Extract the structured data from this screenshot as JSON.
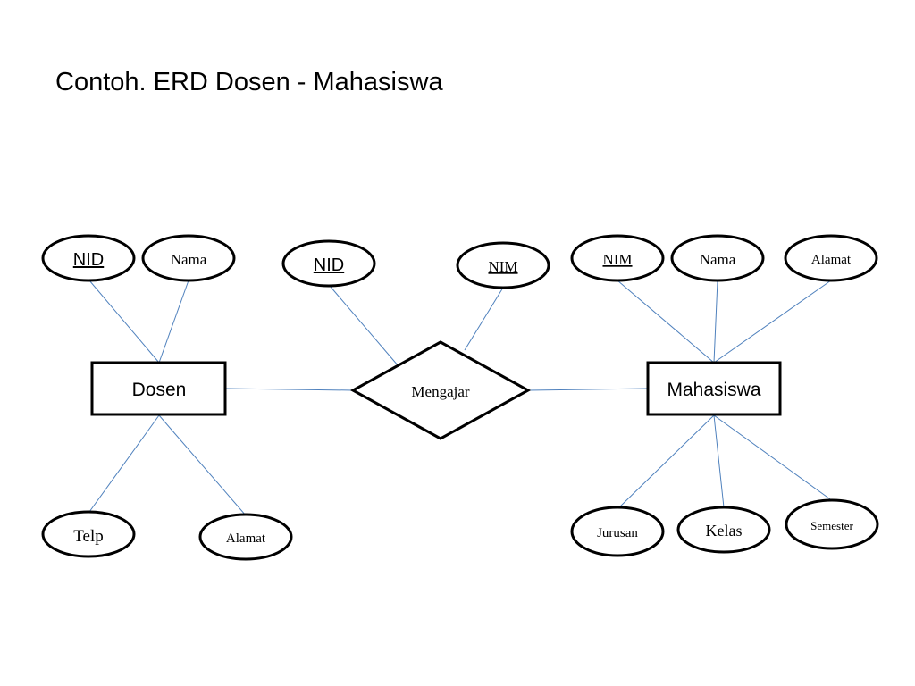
{
  "title": "Contoh. ERD Dosen - Mahasiswa",
  "colors": {
    "line": "#4f81bd",
    "stroke": "#000000",
    "background": "#ffffff"
  },
  "entities": {
    "dosen": {
      "label": "Dosen"
    },
    "mahasiswa": {
      "label": "Mahasiswa"
    }
  },
  "relationship": {
    "label": "Mengajar"
  },
  "attributes": {
    "dosen_nid": {
      "label": "NID",
      "key": true
    },
    "dosen_nama": {
      "label": "Nama",
      "key": false
    },
    "dosen_telp": {
      "label": "Telp",
      "key": false
    },
    "dosen_alamat": {
      "label": "Alamat",
      "key": false
    },
    "rel_nid": {
      "label": "NID",
      "key": true
    },
    "rel_nim": {
      "label": "NIM",
      "key": true
    },
    "mhs_nim": {
      "label": "NIM",
      "key": true
    },
    "mhs_nama": {
      "label": "Nama",
      "key": false
    },
    "mhs_alamat": {
      "label": "Alamat",
      "key": false
    },
    "mhs_jurusan": {
      "label": "Jurusan",
      "key": false
    },
    "mhs_kelas": {
      "label": "Kelas",
      "key": false
    },
    "mhs_semester": {
      "label": "Semester",
      "key": false
    }
  }
}
